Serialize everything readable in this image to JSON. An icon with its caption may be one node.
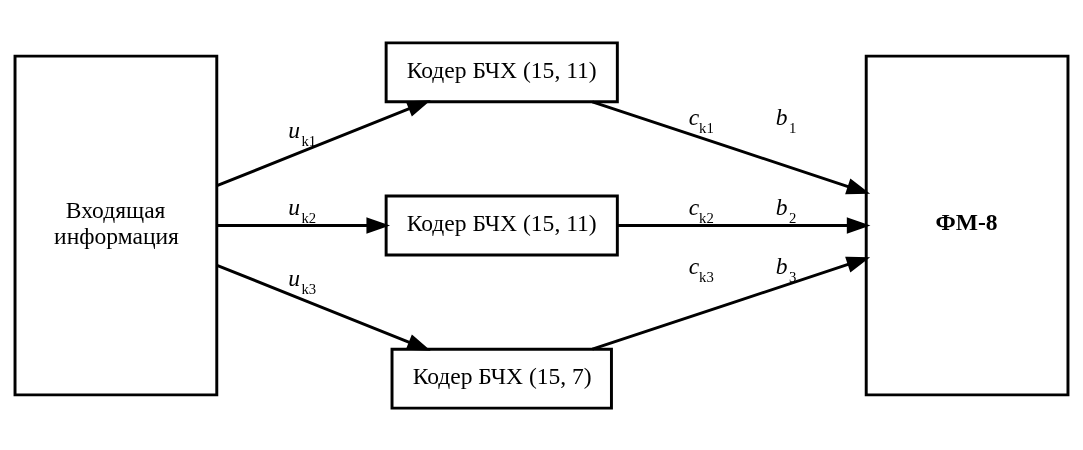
{
  "diagram": {
    "nodes": [
      {
        "text": [
          "Входящая информация"
        ]
      },
      {
        "text": [
          "Кодер БЧХ (15, 11)"
        ]
      },
      {
        "text": [
          "Кодер БЧХ (15, 11)"
        ]
      },
      {
        "text": [
          "Кодер БЧХ (15, 7)"
        ]
      },
      {
        "text": [
          "ФМ-8"
        ]
      }
    ],
    "edges": [
      {
        "from": 0,
        "to": 1,
        "arrow": "to",
        "label": "*u*$_{k1}$"
      },
      {
        "from": 0,
        "to": 2,
        "arrow": "to",
        "label": "*u*$_{k2}$"
      },
      {
        "from": 0,
        "to": 3,
        "arrow": "to",
        "label": "*u*$_{k3}$"
      },
      {
        "from": 1,
        "to": 4,
        "arrow": "to",
        "label": "*c*$_{k1}$"
      },
      {
        "from": 2,
        "to": 4,
        "arrow": "to",
        "label": "*c*$_{k2}$"
      },
      {
        "from": 3,
        "to": 4,
        "arrow": "to",
        "label": "*c*$_{k3}$"
      }
    ],
    "labels": [
      "*b*$_{1}$",
      "*b*$_{2}$",
      "*b*$_{3}$"
    ]
  }
}
